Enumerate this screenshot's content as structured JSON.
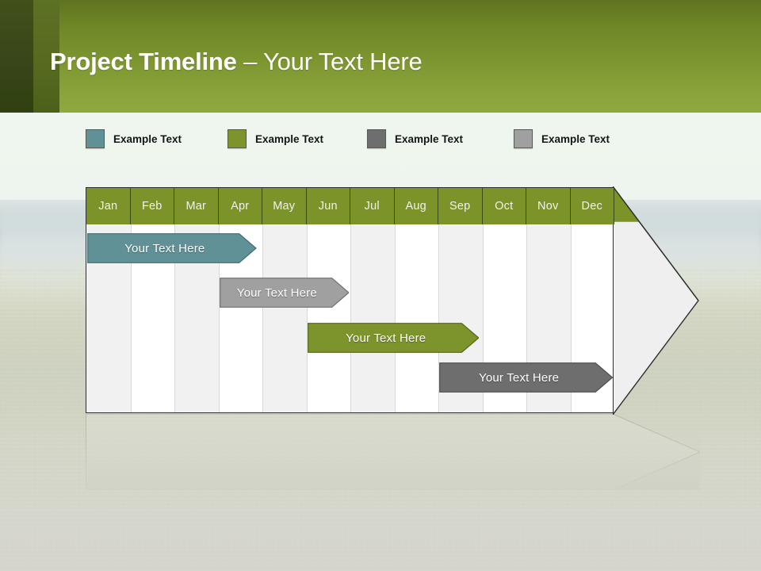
{
  "header": {
    "title_bold": "Project Timeline",
    "title_regular": " – Your Text Here",
    "colors": {
      "band_dark": "#3d4a18",
      "band_mid": "#5c7022",
      "band_main_top": "#5f7320",
      "band_main_bottom": "#8fa940"
    }
  },
  "legend": {
    "items": [
      {
        "label": "Example Text",
        "color": "#5f9196",
        "x": 108
      },
      {
        "label": "Example Text",
        "color": "#7d932b",
        "x": 287
      },
      {
        "label": "Example Text",
        "color": "#6e6e6e",
        "x": 463
      },
      {
        "label": "Example Text",
        "color": "#a0a0a0",
        "x": 648
      }
    ]
  },
  "chart_data": {
    "type": "bar",
    "title": "Project Timeline",
    "xlabel": "",
    "ylabel": "",
    "categories": [
      "Jan",
      "Feb",
      "Mar",
      "Apr",
      "May",
      "Jun",
      "Jul",
      "Aug",
      "Sep",
      "Oct",
      "Nov",
      "Dec"
    ],
    "series": [
      {
        "name": "Example Text",
        "label": "Your  Text Here",
        "color": "#5f9196",
        "border": "#3f6d72",
        "start_month": 1,
        "end_month": 4.85,
        "row": 1
      },
      {
        "name": "Example Text",
        "label": "Your  Text Here",
        "color": "#a0a0a0",
        "border": "#6f6f6f",
        "start_month": 4.0,
        "end_month": 6.95,
        "row": 2
      },
      {
        "name": "Example Text",
        "label": "Your  Text Here",
        "color": "#7d932b",
        "border": "#566619",
        "start_month": 6.0,
        "end_month": 9.9,
        "row": 3
      },
      {
        "name": "Example Text",
        "label": "Your  Text Here",
        "color": "#6e6e6e",
        "border": "#4e4e4e",
        "start_month": 9.0,
        "end_month": 12.95,
        "row": 4
      }
    ],
    "grid": true,
    "legend_position": "top"
  },
  "timeline_axis": {
    "months": [
      "Jan",
      "Feb",
      "Mar",
      "Apr",
      "May",
      "Jun",
      "Jul",
      "Aug",
      "Sep",
      "Oct",
      "Nov",
      "Dec"
    ],
    "month_header_color": "#7b9329",
    "month_text_color": "#f2f2ee",
    "band_shade_color": "#f1f1f1",
    "band_plain_color": "#ffffff",
    "outline_color": "#2e2e2e"
  }
}
